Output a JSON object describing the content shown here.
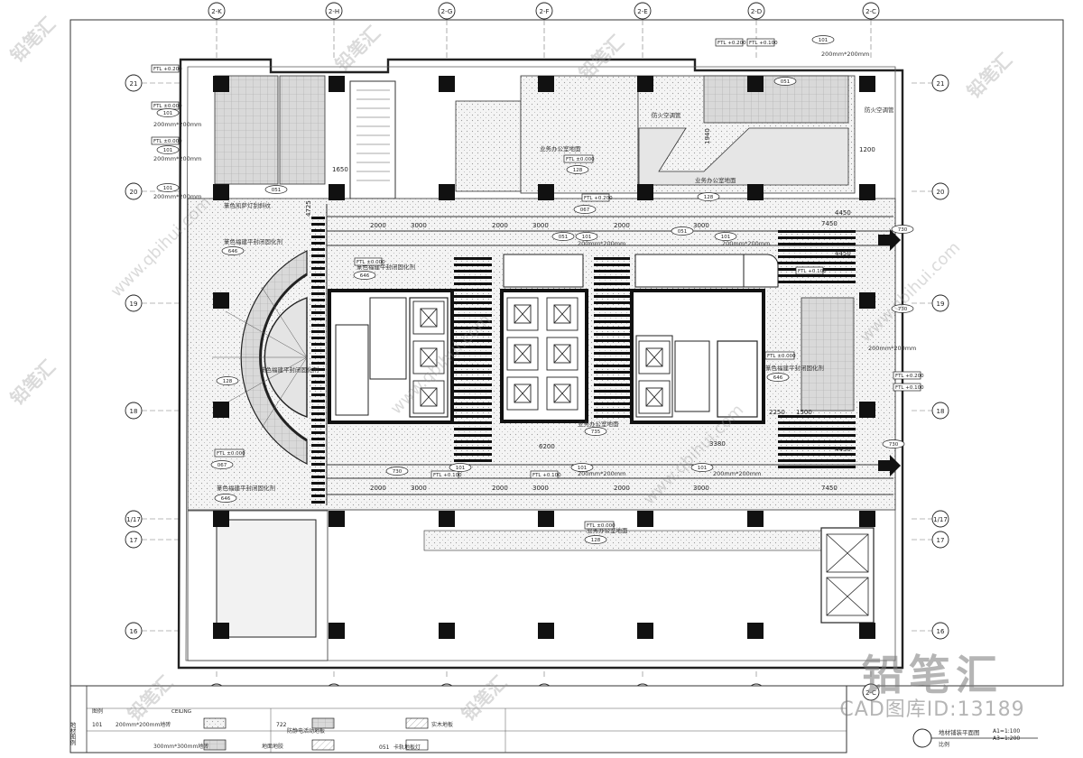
{
  "grid_columns": [
    "2-K",
    "2-H",
    "2-G",
    "2-F",
    "2-E",
    "2-D",
    "2-C"
  ],
  "grid_rows": [
    "21",
    "20",
    "19",
    "18",
    "1/17",
    "17",
    "16"
  ],
  "room_labels": {
    "top_left": "篆色凯萨灯刮斜纹",
    "top_center": "业务办公室地面",
    "top_right": "业务办公室地面",
    "left_upper": "篆色福建平封闭固化剂",
    "left_lower": "篆色福建平封闭固化剂",
    "center_a": "篆色福建平封闭固化剂",
    "center_b": "业务办公室地面",
    "right_mid": "篆色福建平封闭固化剂",
    "bottom_center": "业务办公室地面",
    "bottom_left": "篆色福建平封闭固化剂",
    "tile_note": "200mm*200mm",
    "fire_pipe": "防火空调管"
  },
  "tags": {
    "t101": "101",
    "t128": "128",
    "t051": "051",
    "t067": "067",
    "t646": "646",
    "t730": "730",
    "t735": "735"
  },
  "elevations": {
    "ftl_0000": "FTL ±0.000",
    "ftl_0100": "FTL +0.100",
    "ftl_0200": "FTL +0.200"
  },
  "dimensions": {
    "d2000": "2000",
    "d3000": "3000",
    "d7450": "7450",
    "d4450": "4450",
    "d6200": "6200",
    "d3380": "3380",
    "d4725": "4725",
    "d1650": "1650",
    "d1200": "1200",
    "d1940": "1940",
    "d2250": "2250",
    "d1500": "1500"
  },
  "legend": {
    "side_title": "地材图例",
    "header_code": "图例",
    "header_desc": "CEILING",
    "row1_code": "101",
    "row1_desc": "200mm*200mm地砖",
    "row2_code": "722",
    "row2_desc": "防静电活动地板",
    "row3_code": "051",
    "row3_desc": "卡轨地板灯",
    "row4_desc": "300mm*300mm地砖",
    "row5_desc": "地面地胶",
    "row6_desc": "实木地板"
  },
  "title_block": {
    "title": "地材铺装平面图",
    "scale_a1": "A1=1:100",
    "scale_a3": "A3=1:200",
    "scale_label": "比例"
  },
  "watermark": {
    "brand": "铅笔汇",
    "cad_id": "CAD图库ID:13189",
    "site": "www.qbihui.com"
  }
}
